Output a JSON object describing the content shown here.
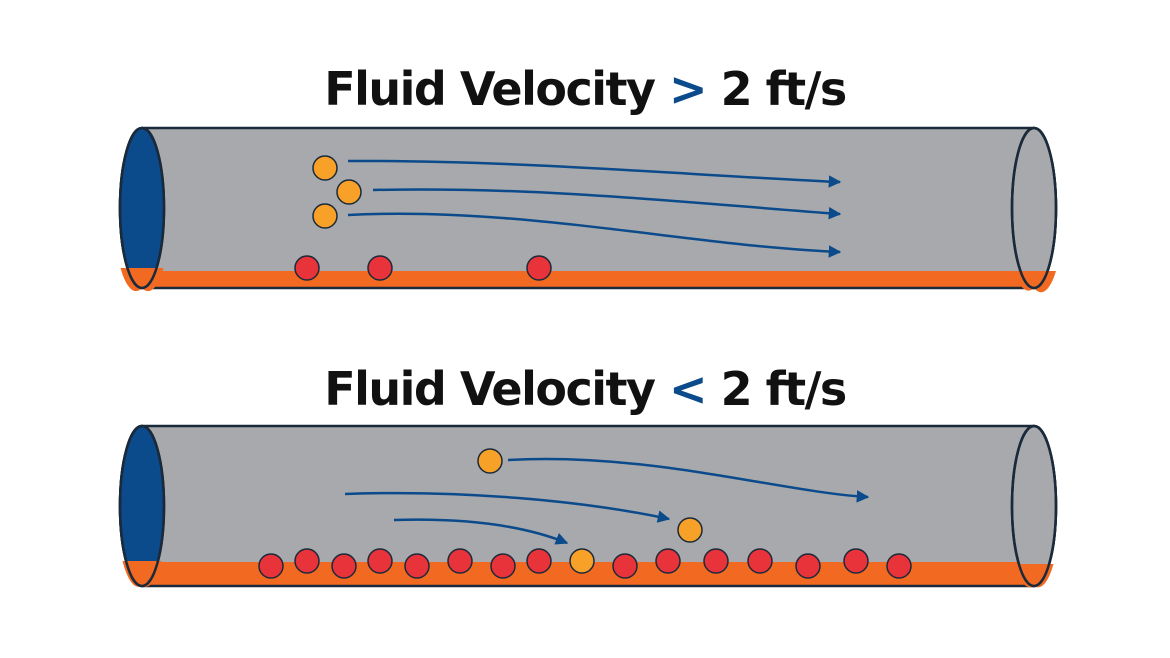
{
  "colors": {
    "pipe_body": "#a7a9ac",
    "pipe_outline": "#1b2a3a",
    "pipe_end_blue": "#0b4a8b",
    "sediment_orange": "#f26a21",
    "heavy_particle": "#e8333a",
    "light_particle": "#f7a128",
    "flow_arrow": "#0b4a8b",
    "operator": "#0b4a8b",
    "title_text": "#111111"
  },
  "panels": [
    {
      "id": "top",
      "title": {
        "prefix": "Fluid Velocity",
        "operator": ">",
        "suffix": "2 ft/s"
      },
      "sediment_level": 0.12,
      "heavy_particles": 3,
      "light_particles": 3,
      "flow_arrows": 3
    },
    {
      "id": "bottom",
      "title": {
        "prefix": "Fluid Velocity",
        "operator": "<",
        "suffix": "2 ft/s"
      },
      "sediment_level": 0.16,
      "heavy_particles": 15,
      "light_particles": 3,
      "flow_arrows": 3
    }
  ]
}
